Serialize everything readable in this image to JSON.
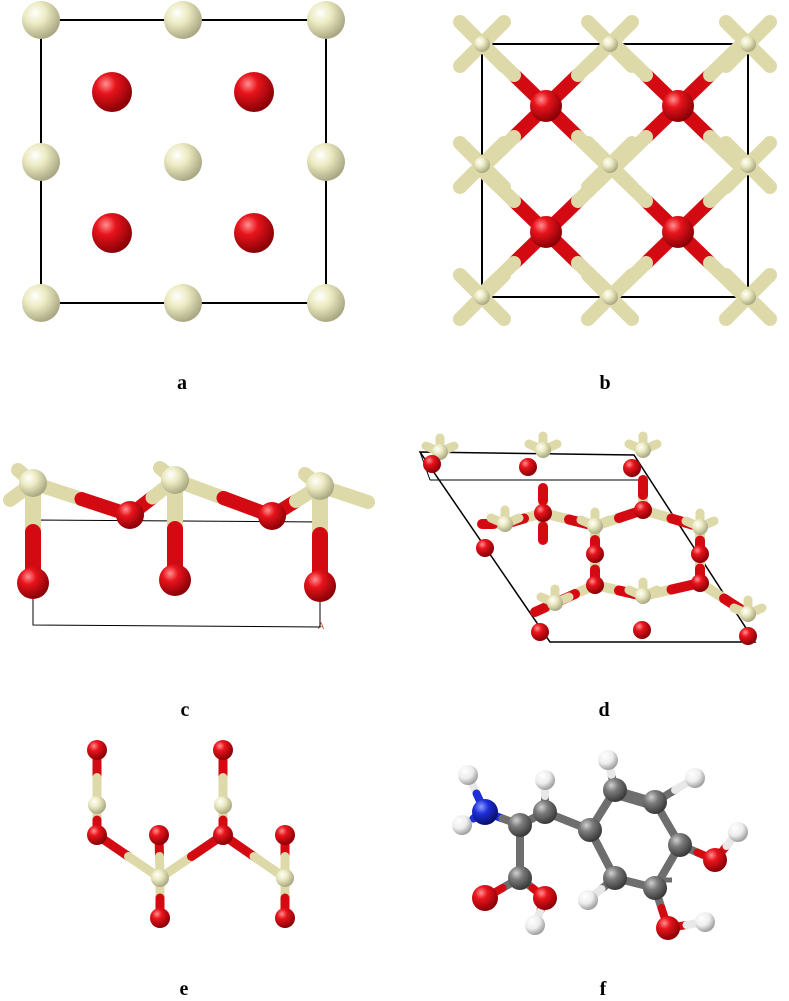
{
  "panels": [
    {
      "id": "a",
      "label": "a"
    },
    {
      "id": "b",
      "label": "b"
    },
    {
      "id": "c",
      "label": "c",
      "corner_labels": [
        "",
        "A"
      ]
    },
    {
      "id": "d",
      "label": "d"
    },
    {
      "id": "e",
      "label": "e"
    },
    {
      "id": "f",
      "label": "f"
    }
  ],
  "colors": {
    "atom_light": "#ecebc2",
    "atom_red": "#e0111a",
    "carbon": "#7a7a7a",
    "nitrogen": "#1d2fd8",
    "hydrogen": "#f4f4f4",
    "cell_line": "#000000",
    "corner_label": "#d24a1c"
  }
}
